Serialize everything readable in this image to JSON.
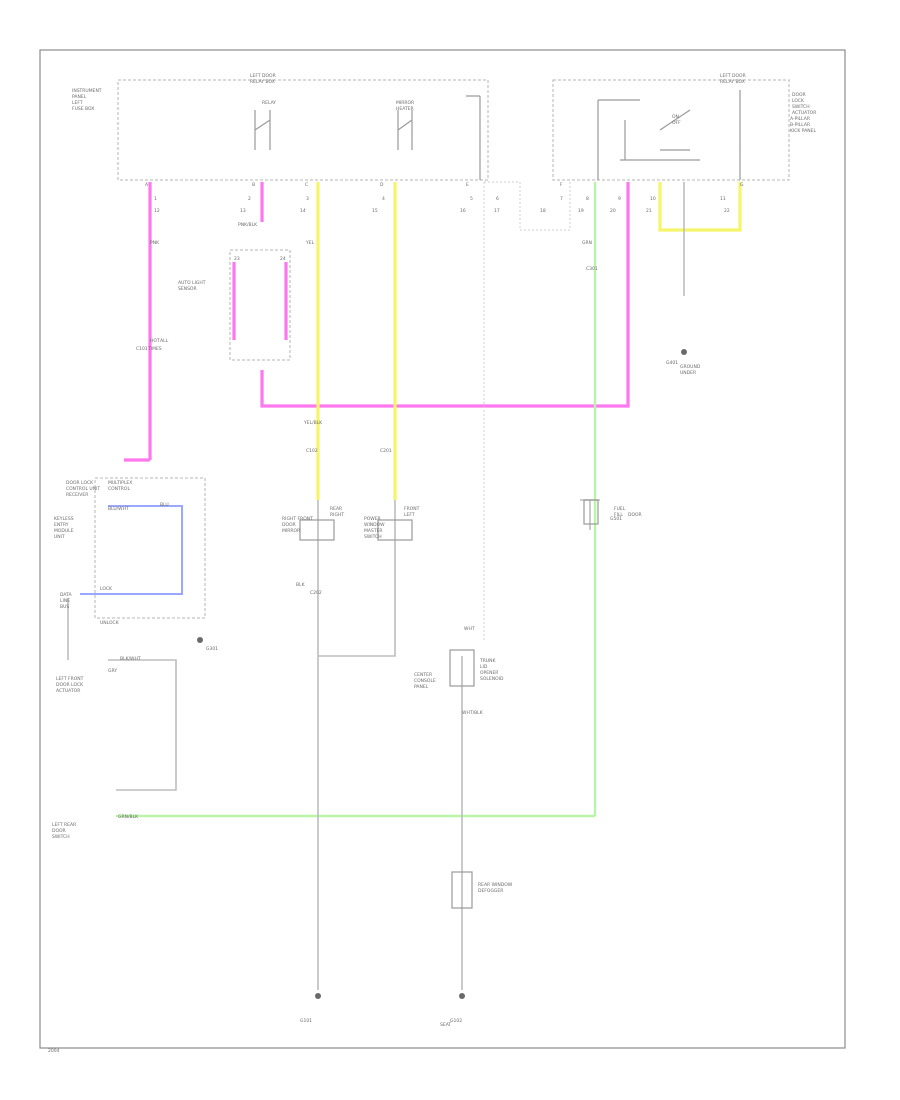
{
  "labels": [
    "LEFT DOOR",
    "RELAY BOX",
    "LEFT DOOR",
    "RELAY BOX",
    "INSTRUMENT",
    "PANEL",
    "LEFT",
    "FUSE BOX",
    "MIRROR",
    "HEATER",
    "RELAY",
    "DOOR",
    "LOCK",
    "SWITCH",
    "ACTUATOR",
    "A",
    "B",
    "C",
    "D",
    "E",
    "F",
    "G",
    "1",
    "2",
    "3",
    "4",
    "5",
    "6",
    "7",
    "8",
    "9",
    "10",
    "11",
    "12",
    "13",
    "14",
    "15",
    "16",
    "17",
    "18",
    "19",
    "20",
    "21",
    "22",
    "23",
    "24",
    "PNK",
    "YEL",
    "GRN",
    "BLU",
    "BLK",
    "WHT",
    "GRY",
    "PNK/BLK",
    "YEL/BLK",
    "GRN/BLK",
    "BLU/WHT",
    "BLK/WHT",
    "WHT/BLK",
    "G101",
    "G102",
    "G301",
    "G401",
    "G501",
    "C101",
    "C102",
    "C201",
    "C202",
    "C301",
    "REAR",
    "FRONT",
    "LEFT",
    "RIGHT",
    "AUTO LIGHT",
    "SENSOR",
    "DOOR LOCK",
    "CONTROL UNIT",
    "RECEIVER",
    "KEYLESS",
    "ENTRY",
    "MODULE",
    "UNIT",
    "LEFT FRONT",
    "DOOR LOCK",
    "ACTUATOR",
    "RIGHT FRONT",
    "DOOR",
    "MIRROR",
    "POWER",
    "WINDOW",
    "MASTER",
    "SWITCH",
    "LEFT REAR",
    "DOOR",
    "SWITCH",
    "TRUNK",
    "LID",
    "OPENER",
    "SOLENOID",
    "FUEL",
    "FILL",
    "DOOR",
    "REAR WINDOW",
    "DEFOGGER",
    "ON",
    "OFF",
    "LOCK",
    "UNLOCK",
    "HOT",
    "ALL",
    "TIMES",
    "CENTER",
    "CONSOLE",
    "PANEL",
    "MULTIPLEX",
    "CONTROL",
    "DATA",
    "LINE",
    "BUS",
    "GROUND",
    "UNDER",
    "SEAT",
    "A-PILLAR",
    "B-PILLAR",
    "KICK PANEL",
    "2004"
  ]
}
